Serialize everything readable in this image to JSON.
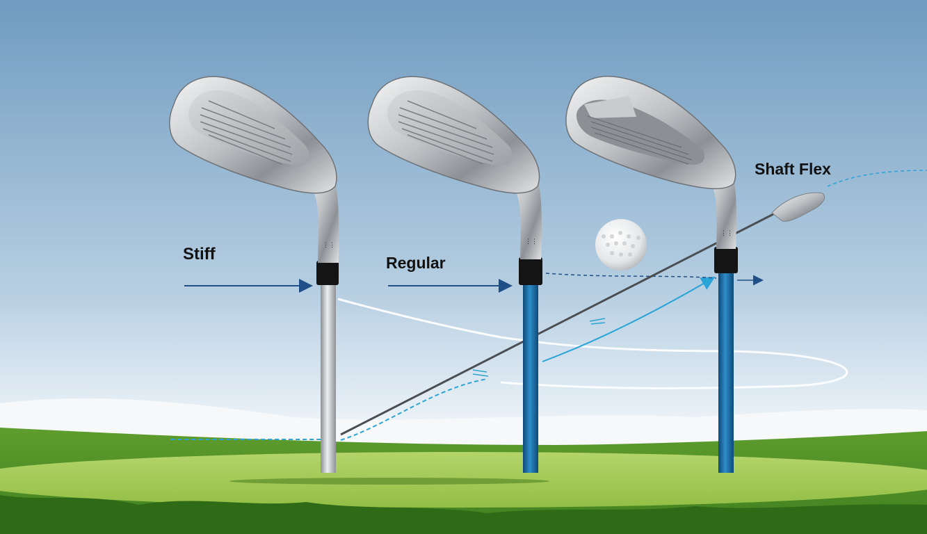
{
  "labels": {
    "stiff": "Stiff",
    "regular": "Regular",
    "shaft_flex": "Shaft Flex"
  },
  "clubs": [
    {
      "name": "stiff-iron",
      "shaft_color": "#b9bcc0"
    },
    {
      "name": "regular-iron",
      "shaft_color": "#1f6fa3"
    },
    {
      "name": "flex-iron",
      "shaft_color": "#1f6fa3"
    }
  ],
  "colors": {
    "sky_top": "#6f9bc0",
    "sky_bottom": "#eef4f9",
    "grass": "#6aa834",
    "fairway": "#a7cc5a",
    "arrow": "#1f4f86",
    "trajectory": "#2aa3d6"
  }
}
